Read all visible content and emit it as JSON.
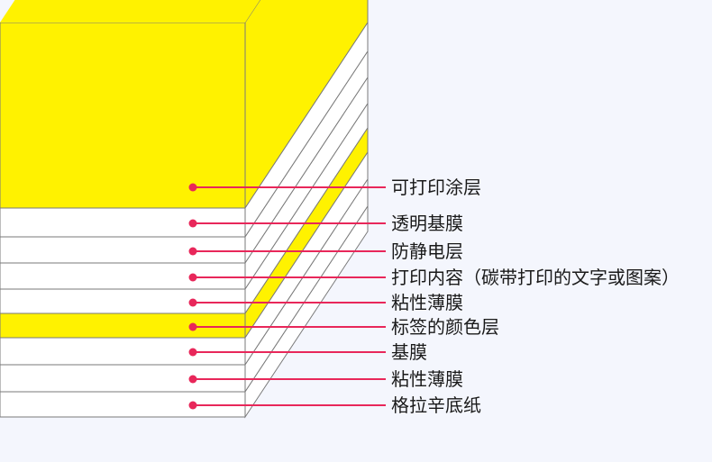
{
  "diagram": {
    "layers": [
      {
        "label": "可打印涂层",
        "fill": "#fff200"
      },
      {
        "label": "透明基膜",
        "fill": "#ffffff"
      },
      {
        "label": "防静电层",
        "fill": "#ffffff"
      },
      {
        "label": "打印内容（碳带打印的文字或图案）",
        "fill": "#ffffff"
      },
      {
        "label": "粘性薄膜",
        "fill": "#ffffff"
      },
      {
        "label": "标签的颜色层",
        "fill": "#fff200"
      },
      {
        "label": "基膜",
        "fill": "#ffffff"
      },
      {
        "label": "粘性薄膜",
        "fill": "#ffffff"
      },
      {
        "label": "格拉辛底纸",
        "fill": "#ffffff"
      }
    ],
    "colors": {
      "background": "#f4f6fd",
      "accent": "#e8275a",
      "highlight": "#fff200",
      "layer": "#ffffff",
      "outline": "#7a7a7a",
      "label": "#1a1a1a"
    }
  }
}
